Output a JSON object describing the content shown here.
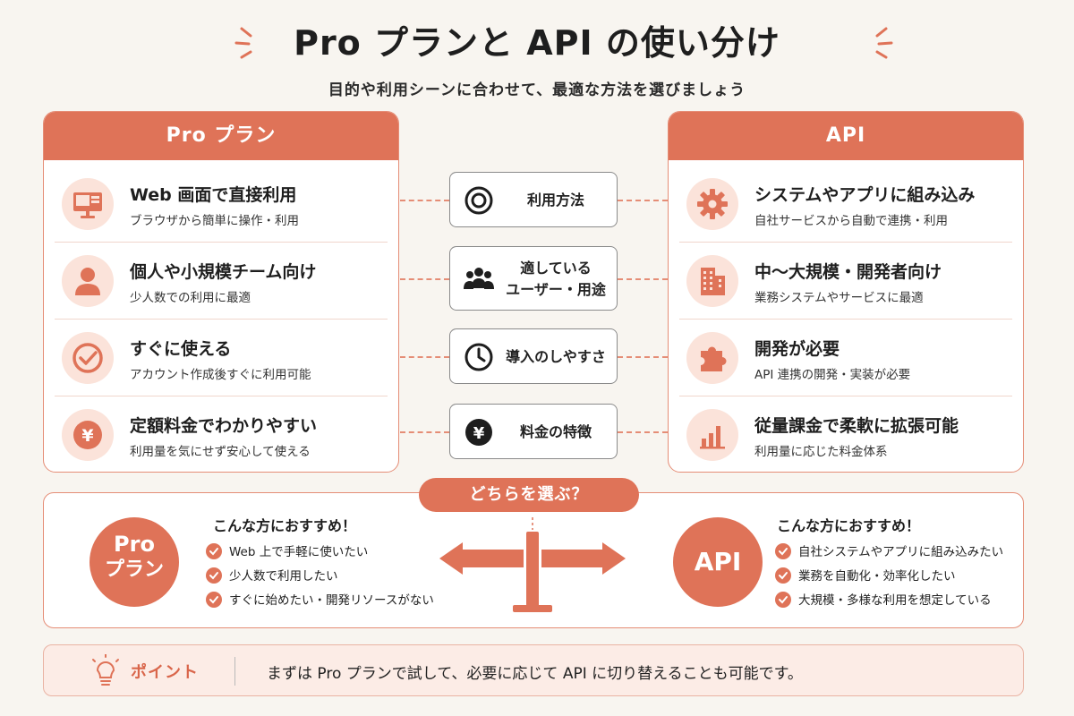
{
  "title": "Pro プランと API の使い分け",
  "subtitle": "目的や利用シーンに合わせて、最適な方法を選びましょう",
  "left_panel": {
    "header": "Pro プラン",
    "rows": [
      {
        "main": "Web 画面で直接利用",
        "sub": "ブラウザから簡単に操作・利用",
        "icon": "monitor-icon"
      },
      {
        "main": "個人や小規模チーム向け",
        "sub": "少人数での利用に最適",
        "icon": "person-icon"
      },
      {
        "main": "すぐに使える",
        "sub": "アカウント作成後すぐに利用可能",
        "icon": "check-circle-icon"
      },
      {
        "main": "定額料金でわかりやすい",
        "sub": "利用量を気にせず安心して使える",
        "icon": "yen-icon"
      }
    ]
  },
  "right_panel": {
    "header": "API",
    "rows": [
      {
        "main": "システムやアプリに組み込み",
        "sub": "自社サービスから自動で連携・利用",
        "icon": "gear-icon"
      },
      {
        "main": "中〜大規模・開発者向け",
        "sub": "業務システムやサービスに最適",
        "icon": "building-icon"
      },
      {
        "main": "開発が必要",
        "sub": "API 連携の開発・実装が必要",
        "icon": "puzzle-icon"
      },
      {
        "main": "従量課金で柔軟に拡張可能",
        "sub": "利用量に応じた料金体系",
        "icon": "bar-chart-icon"
      }
    ]
  },
  "center_labels": [
    {
      "line1": "利用方法",
      "line2": "",
      "icon": "target-icon"
    },
    {
      "line1": "適している",
      "line2": "ユーザー・用途",
      "icon": "group-icon"
    },
    {
      "line1": "導入のしやすさ",
      "line2": "",
      "icon": "clock-icon"
    },
    {
      "line1": "料金の特徴",
      "line2": "",
      "icon": "yen-coin-icon"
    }
  ],
  "choose": {
    "pill": "どちらを選ぶ？",
    "left": {
      "circle_line1": "Pro",
      "circle_line2": "プラン",
      "heading": "こんな方におすすめ！",
      "items": [
        "Web 上で手軽に使いたい",
        "少人数で利用したい",
        "すぐに始めたい・開発リソースがない"
      ]
    },
    "right": {
      "circle": "API",
      "heading": "こんな方におすすめ！",
      "items": [
        "自社システムやアプリに組み込みたい",
        "業務を自動化・効率化したい",
        "大規模・多様な利用を想定している"
      ]
    }
  },
  "point": {
    "label": "ポイント",
    "text": "まずは Pro プランで試して、必要に応じて API に切り替えることも可能です。"
  },
  "colors": {
    "accent": "#df7358",
    "accent_light": "#fbe3da",
    "border": "#e58d76",
    "background": "#f8f5f0"
  }
}
